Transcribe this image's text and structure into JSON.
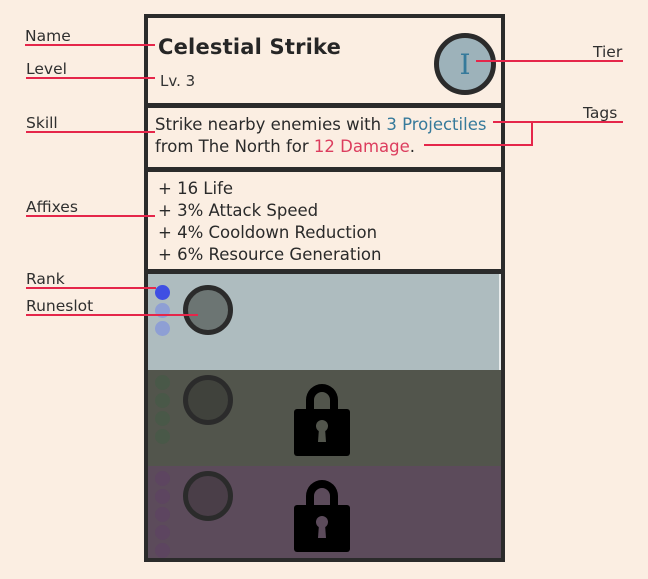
{
  "card": {
    "name": "Celestial Strike",
    "level": "Lv. 3",
    "tier": "I",
    "skill": {
      "prefix": "Strike nearby enemies with ",
      "tag1": "3 Projectiles",
      "middle": "from The North for ",
      "tag2": "12 Damage",
      "suffix": "."
    },
    "affixes": [
      "+ 16 Life",
      "+ 3% Attack Speed",
      "+ 4% Cooldown Reduction",
      "+ 6% Resource Generation"
    ],
    "runeslots": [
      {
        "state": "unlocked",
        "bg": "#aebcbf",
        "ranks": 3,
        "filled": 1,
        "dot_active": "#3f4fe3",
        "dot_inactive": "#8e9fd4",
        "rune_fill": "#6c7573"
      },
      {
        "state": "locked",
        "bg": "#52554c",
        "ranks": 4,
        "filled": 0,
        "dot_inactive": "#495848",
        "rune_fill": "#40423c"
      },
      {
        "state": "locked",
        "bg": "#5c4b5b",
        "ranks": 5,
        "filled": 0,
        "dot_inactive": "#5d4560",
        "rune_fill": "#4a3e48"
      }
    ]
  },
  "annotations": {
    "name": "Name",
    "level": "Level",
    "skill": "Skill",
    "affixes": "Affixes",
    "rank": "Rank",
    "runeslot": "Runeslot",
    "tier": "Tier",
    "tags": "Tags"
  },
  "colors": {
    "background": "#fbeee2",
    "border": "#2b2b2b",
    "annotation_line": "#e5264a",
    "tag_blue": "#367a9b",
    "tag_red": "#dc3d5e"
  }
}
